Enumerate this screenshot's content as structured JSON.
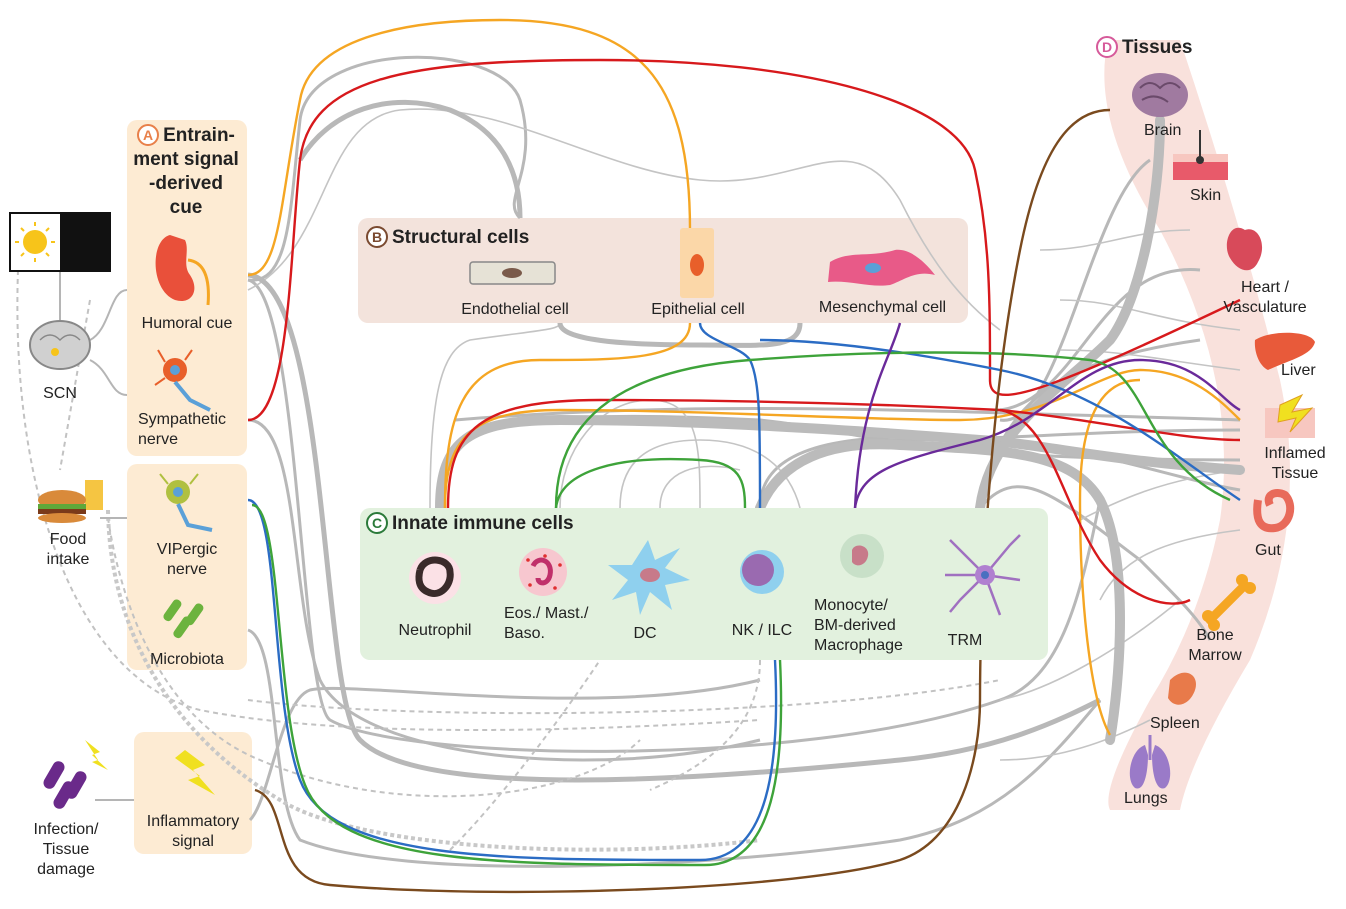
{
  "panel_a": {
    "letter": "A",
    "title_lines": [
      "Entrain-",
      "ment signal",
      "-derived",
      "cue"
    ],
    "items": [
      "Humoral cue",
      "Sympathetic",
      "nerve",
      "VIPergic",
      "nerve",
      "Microbiota",
      "Inflammatory",
      "signal"
    ]
  },
  "panel_b": {
    "letter": "B",
    "title": "Structural cells",
    "cells": [
      "Endothelial cell",
      "Epithelial cell",
      "Mesenchymal cell"
    ]
  },
  "panel_c": {
    "letter": "C",
    "title": "Innate immune cells",
    "cells": [
      "Neutrophil",
      "Eos./ Mast./",
      "Baso.",
      "DC",
      "NK / ILC",
      "Monocyte/",
      "BM-derived",
      "Macrophage",
      "TRM"
    ]
  },
  "panel_d": {
    "letter": "D",
    "title": "Tissues",
    "tissues": [
      "Brain",
      "Skin",
      "Heart /",
      "Vasculature",
      "Liver",
      "Inflamed",
      "Tissue",
      "Gut",
      "Bone",
      "Marrow",
      "Spleen",
      "Lungs"
    ]
  },
  "left": [
    "SCN",
    "Food",
    "intake",
    "Infection/",
    "Tissue",
    "damage"
  ],
  "colors": {
    "panel_a_bg": "#fdebd3",
    "panel_b_bg": "#f3e3dc",
    "panel_c_bg": "#e2f1de",
    "panel_d_bg": "#f9e1dc",
    "gray": "#b5b5b5",
    "orange": "#f5a623",
    "red": "#d7191c",
    "blue": "#2b6cc4",
    "green": "#3ea33a",
    "purple": "#6a2a9a",
    "brown": "#7a4a1e",
    "badge_a": "#e8804a",
    "badge_b": "#7a4a30",
    "badge_c": "#2b7a3a",
    "badge_d": "#d65a9a"
  }
}
